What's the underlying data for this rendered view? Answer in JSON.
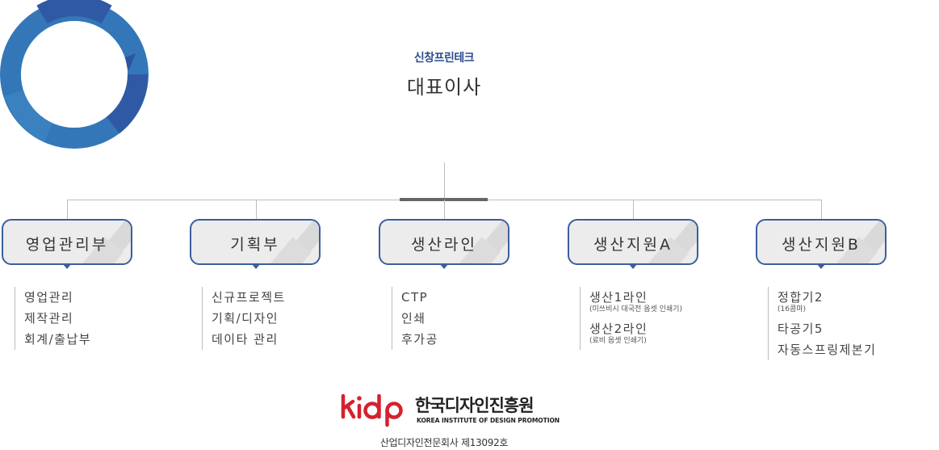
{
  "ceo": {
    "company": "신창프린테크",
    "title": "대표이사"
  },
  "departments": [
    {
      "name": "영업관리부",
      "items": [
        "영업관리",
        "제작관리",
        "회계/출납부"
      ]
    },
    {
      "name": "기획부",
      "items": [
        "신규프로젝트",
        "기획/디자인",
        "데이타 관리"
      ]
    },
    {
      "name": "생산라인",
      "items": [
        "CTP",
        "인쇄",
        "후가공"
      ]
    },
    {
      "name": "생산지원A",
      "items": [
        "생산1라인",
        "생산2라인"
      ],
      "notes": [
        "(미쓰비시 대국전 옵셋 인쇄기)",
        "(료비 옵셋 인쇄기)"
      ]
    },
    {
      "name": "생산지원B",
      "items": [
        "정합기2",
        "타공기5",
        "자동스프링제본기"
      ],
      "notes": [
        "(16콤마)"
      ]
    }
  ],
  "footer": {
    "logo_text": "kidp",
    "org_name": "한국디자인진흥원",
    "org_name_en": "KOREA INSTITUTE OF DESIGN PROMOTION",
    "registration": "산업디자인전문회사 제13092호"
  },
  "colors": {
    "ring": "#3477b8",
    "ring_dark": "#2d55a0",
    "box_border": "#3b5f9d",
    "logo_red": "#d5212e"
  }
}
